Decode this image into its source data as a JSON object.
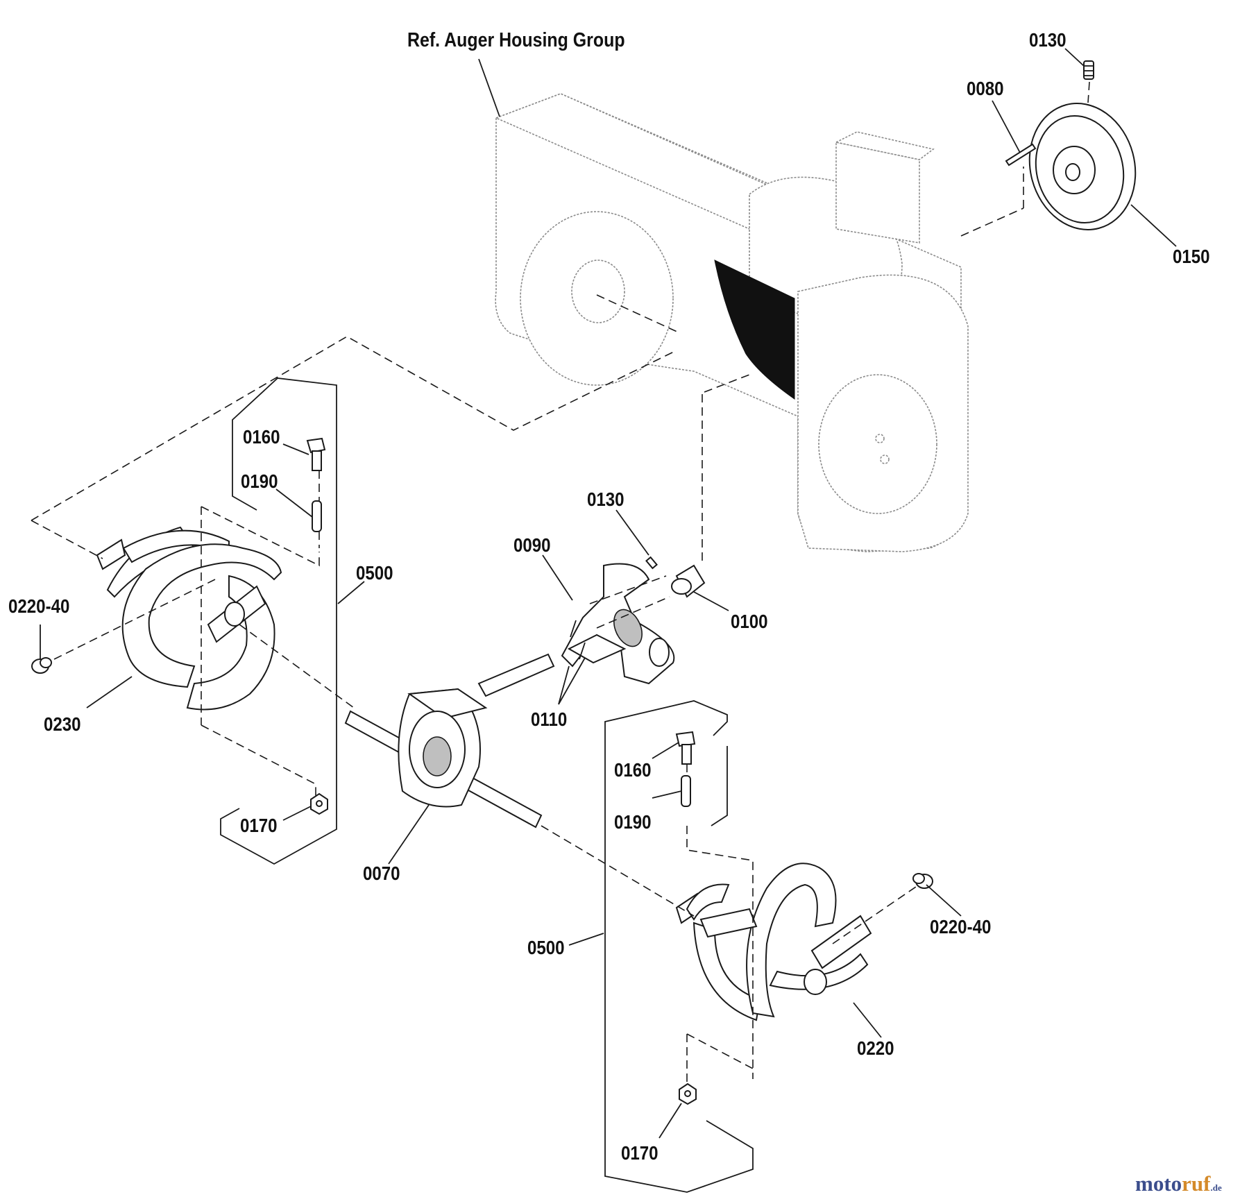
{
  "callouts": {
    "ref_housing": "Ref. Auger Housing Group",
    "p0130_top": "0130",
    "p0080": "0080",
    "p0150": "0150",
    "p0160_left": "0160",
    "p0190_left": "0190",
    "p0130_mid": "0130",
    "p0090": "0090",
    "p0500_left": "0500",
    "p0100": "0100",
    "p0220_40_left": "0220-40",
    "p0230": "0230",
    "p0110": "0110",
    "p0160_right": "0160",
    "p0190_right": "0190",
    "p0170_left": "0170",
    "p0070": "0070",
    "p0500_right": "0500",
    "p0220_40_right": "0220-40",
    "p0220": "0220",
    "p0170_right": "0170"
  },
  "watermark": {
    "part1": "moto",
    "part2": "ruf",
    "part3": ".de"
  }
}
